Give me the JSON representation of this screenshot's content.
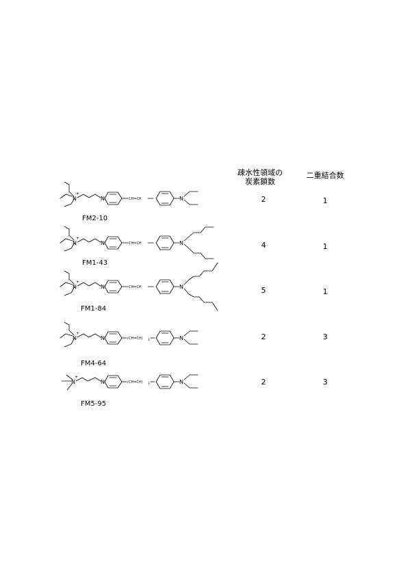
{
  "headers": {
    "carbon_chain": [
      "疎水性領域の",
      "炭素鎖数"
    ],
    "double_bonds": "二重結合数"
  },
  "rows": [
    {
      "name": "FM2-10",
      "carbon": "2",
      "double": "1",
      "linker": "CH=CH",
      "n_label": "N",
      "pyridinium_n": "N",
      "plus": "+"
    },
    {
      "name": "FM1-43",
      "carbon": "4",
      "double": "1",
      "linker": "CH=CH",
      "n_label": "N",
      "pyridinium_n": "N",
      "plus": "+"
    },
    {
      "name": "FM1-84",
      "carbon": "5",
      "double": "1",
      "linker": "CH=CH",
      "n_label": "N",
      "pyridinium_n": "N",
      "plus": "+"
    },
    {
      "name": "FM4-64",
      "carbon": "2",
      "double": "3",
      "linker": "(CH=CH)",
      "linker_sub": "3",
      "n_label": "N",
      "pyridinium_n": "N",
      "plus": "+"
    },
    {
      "name": "FM5-95",
      "carbon": "2",
      "double": "3",
      "linker": "(CH=CH)",
      "linker_sub": "3",
      "n_label": "N",
      "pyridinium_n": "N",
      "plus": "+"
    }
  ]
}
